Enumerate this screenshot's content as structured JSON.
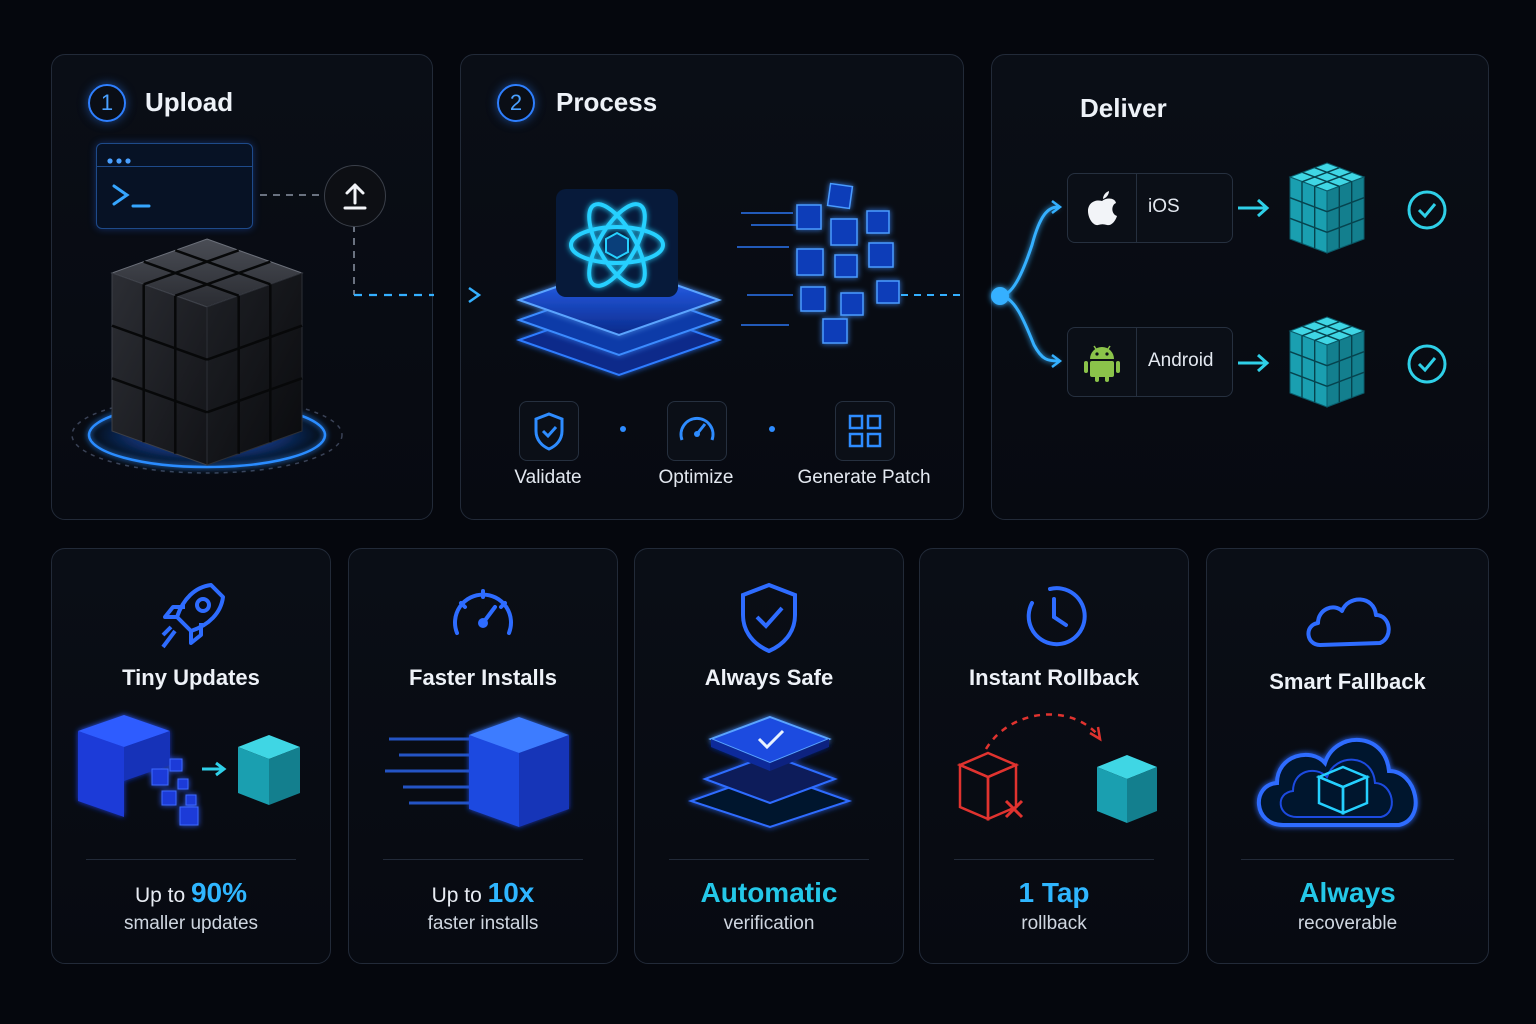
{
  "steps": {
    "upload": {
      "number": "1",
      "title": "Upload"
    },
    "process": {
      "number": "2",
      "title": "Process",
      "actions": [
        "Validate",
        "Optimize",
        "Generate Patch"
      ]
    },
    "deliver": {
      "title": "Deliver",
      "platforms": [
        {
          "name": "iOS",
          "icon": "apple-icon",
          "status": "check-icon"
        },
        {
          "name": "Android",
          "icon": "android-icon",
          "status": "check-icon"
        }
      ]
    }
  },
  "features": [
    {
      "title": "Tiny Updates",
      "prefix": "Up to ",
      "highlight": "90%",
      "subtitle": "smaller updates",
      "icon": "rocket-icon"
    },
    {
      "title": "Faster Installs",
      "prefix": "Up to ",
      "highlight": "10x",
      "subtitle": "faster installs",
      "icon": "speedometer-icon"
    },
    {
      "title": "Always Safe",
      "prefix": "",
      "highlight": "Automatic",
      "subtitle": "verification",
      "icon": "shield-check-icon"
    },
    {
      "title": "Instant Rollback",
      "prefix": "",
      "highlight": "1 Tap",
      "subtitle": "rollback",
      "icon": "clock-icon"
    },
    {
      "title": "Smart Fallback",
      "prefix": "",
      "highlight": "Always",
      "subtitle": "recoverable",
      "icon": "cloud-icon"
    }
  ],
  "colors": {
    "accent": "#2e7fff",
    "cyan": "#24c8e8",
    "android_green": "#8bc34a",
    "rollback_red": "#e0332f"
  }
}
